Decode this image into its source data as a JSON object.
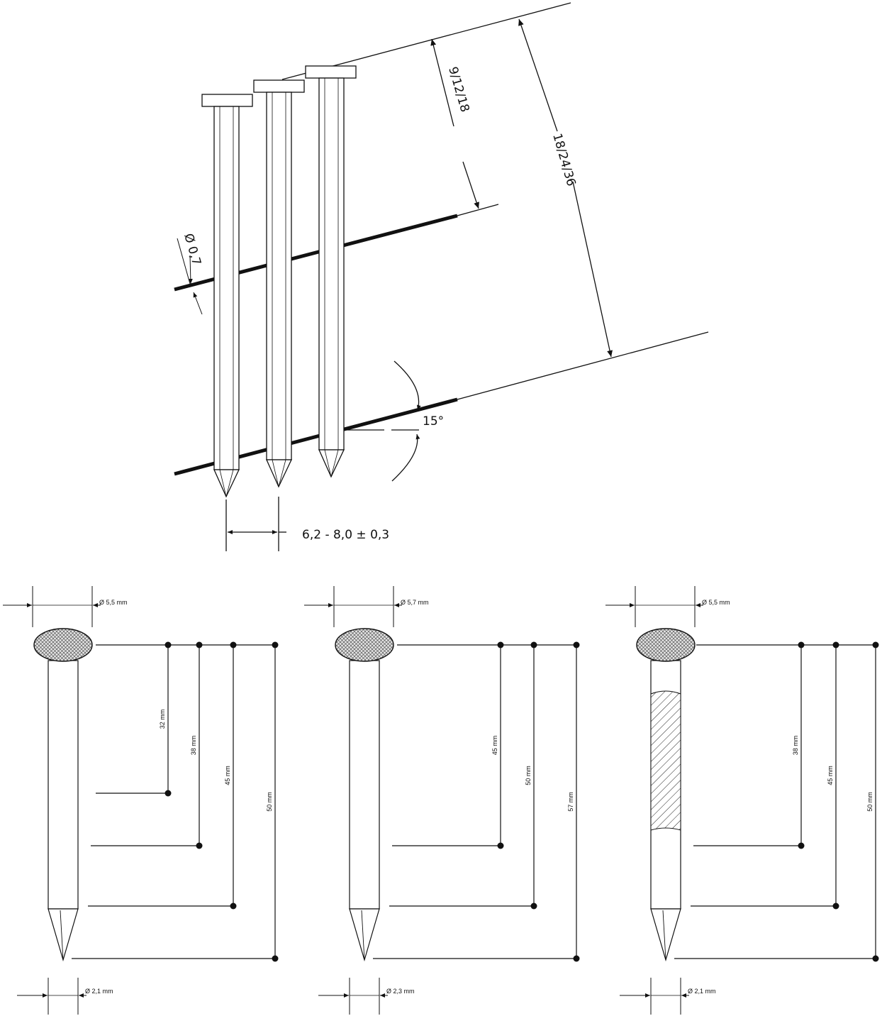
{
  "colors": {
    "ink": "#111111",
    "paper": "#ffffff",
    "head_fill": "#cfcfcf"
  },
  "coil_diagram": {
    "wire_diameter": "Ø 0,7",
    "head_offset": "9/12/18",
    "total_length": "18/24/36",
    "angle": "15°",
    "pitch": "6,2 - 8,0 ± 0,3"
  },
  "nails": [
    {
      "head_diameter": "Ø 5,5 mm",
      "shank_diameter": "Ø 2,1 mm",
      "lengths": [
        "32 mm",
        "38 mm",
        "45 mm",
        "50 mm"
      ],
      "ring_shank": false
    },
    {
      "head_diameter": "Ø 5,7 mm",
      "shank_diameter": "Ø 2,3 mm",
      "lengths": [
        "45 mm",
        "50 mm",
        "57 mm"
      ],
      "ring_shank": false
    },
    {
      "head_diameter": "Ø 5,5 mm",
      "shank_diameter": "Ø 2,1 mm",
      "lengths": [
        "38 mm",
        "45 mm",
        "50 mm"
      ],
      "ring_shank": true
    }
  ]
}
